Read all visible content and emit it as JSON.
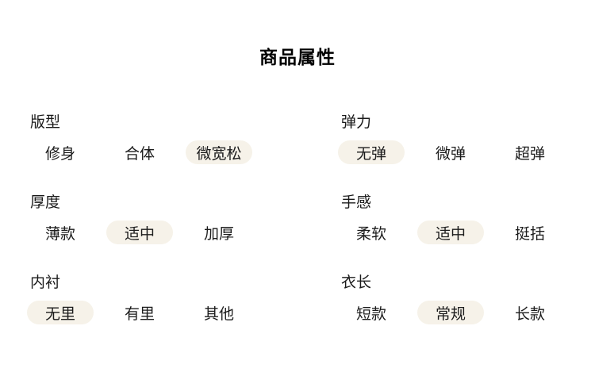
{
  "page": {
    "title": "商品属性"
  },
  "colors": {
    "background": "#ffffff",
    "text": "#1c1c1c",
    "selected_pill": "#f6f2e9"
  },
  "groups": [
    {
      "label": "版型",
      "options": [
        {
          "label": "修身",
          "selected": false
        },
        {
          "label": "合体",
          "selected": false
        },
        {
          "label": "微宽松",
          "selected": true
        }
      ]
    },
    {
      "label": "弹力",
      "options": [
        {
          "label": "无弹",
          "selected": true
        },
        {
          "label": "微弹",
          "selected": false
        },
        {
          "label": "超弹",
          "selected": false
        }
      ]
    },
    {
      "label": "厚度",
      "options": [
        {
          "label": "薄款",
          "selected": false
        },
        {
          "label": "适中",
          "selected": true
        },
        {
          "label": "加厚",
          "selected": false
        }
      ]
    },
    {
      "label": "手感",
      "options": [
        {
          "label": "柔软",
          "selected": false
        },
        {
          "label": "适中",
          "selected": true
        },
        {
          "label": "挺括",
          "selected": false
        }
      ]
    },
    {
      "label": "内衬",
      "options": [
        {
          "label": "无里",
          "selected": true
        },
        {
          "label": "有里",
          "selected": false
        },
        {
          "label": "其他",
          "selected": false
        }
      ]
    },
    {
      "label": "衣长",
      "options": [
        {
          "label": "短款",
          "selected": false
        },
        {
          "label": "常规",
          "selected": true
        },
        {
          "label": "长款",
          "selected": false
        }
      ]
    }
  ]
}
